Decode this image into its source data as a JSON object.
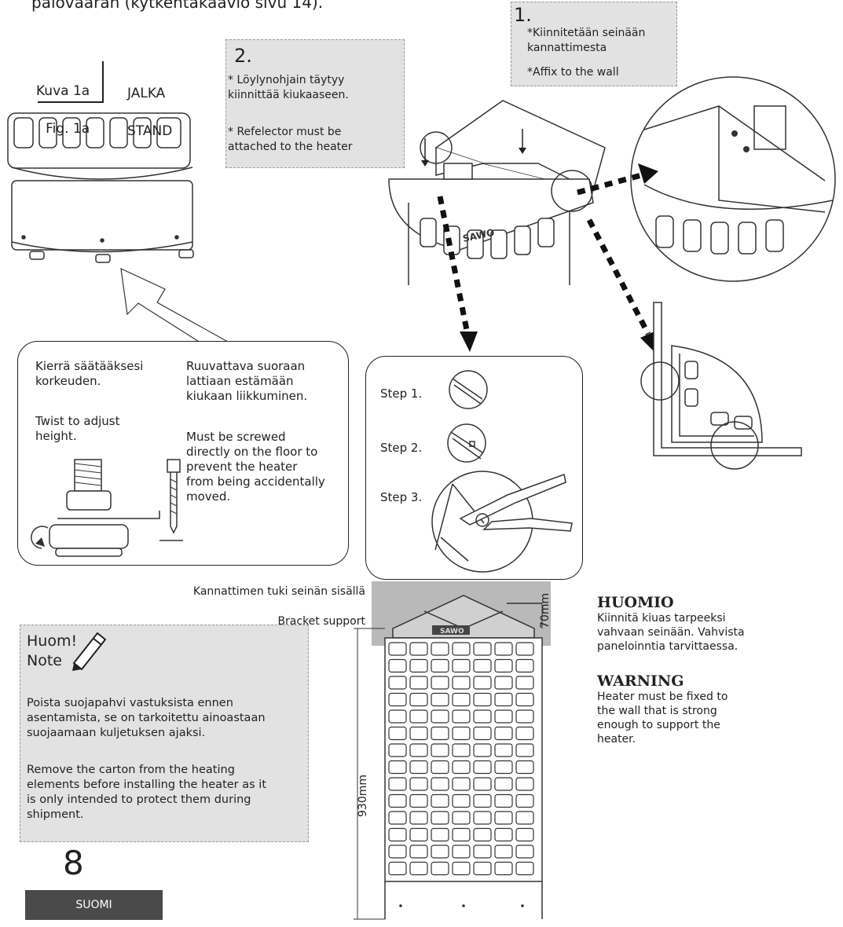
{
  "page": {
    "top_text": "palovaaran (kytkentäkaavio sivu 14).",
    "page_number": "8",
    "language_tab": "SUOMI"
  },
  "figure_1a": {
    "label_fi": "Kuva 1a",
    "label_en": "Fig. 1a",
    "part_fi": "JALKA",
    "part_en": "STAND"
  },
  "step_note_1": {
    "number": "1.",
    "line_fi": "*Kiinnitetään seinään\nkannattimesta",
    "line_en": "*Affix to the wall"
  },
  "step_note_2": {
    "number": "2.",
    "line_fi": "* Löylynohjain täytyy\nkiinnittää kiukaaseen.",
    "line_en": "* Refelector must be\nattached to the heater"
  },
  "adjust_box": {
    "twist_fi": "Kierrä säätääksesi\nkorkeuden.",
    "twist_en": "Twist to adjust\nheight.",
    "screw_fi": "Ruuvattava suoraan\nlattiaan estämään\nkiukaan liikkuminen.",
    "screw_en": "Must be screwed\ndirectly on the floor to\nprevent the heater\nfrom being accidentally\nmoved."
  },
  "steps_box": {
    "step1": "Step 1.",
    "step2": "Step 2.",
    "step3": "Step 3."
  },
  "bracket": {
    "label_fi": "Kannattimen tuki seinän sisällä",
    "label_en": "Bracket support",
    "dim_top": "70mm",
    "dim_height": "930mm",
    "brand": "SAWO"
  },
  "note_box": {
    "title_fi": "Huom!",
    "title_en": "Note",
    "text_fi": "Poista suojapahvi vastuksista ennen\nasentamista, se on tarkoitettu ainoastaan\nsuojaamaan kuljetuksen ajaksi.",
    "text_en": "Remove the carton from the heating\nelements before installing the heater as it\nis only intended to protect them during\nshipment."
  },
  "warning": {
    "title_fi": "HUOMIO",
    "text_fi": "Kiinnitä kiuas tarpeeksi\nvahvaan seinään. Vahvista\npaneloinntia tarvittaessa.",
    "title_en": "WARNING",
    "text_en": "Heater must be fixed to\nthe wall that is strong\nenough to support the\nheater."
  },
  "colors": {
    "note_gray": "#e2e2e2",
    "tab_dark": "#4a4a4a",
    "line": "#222222"
  }
}
